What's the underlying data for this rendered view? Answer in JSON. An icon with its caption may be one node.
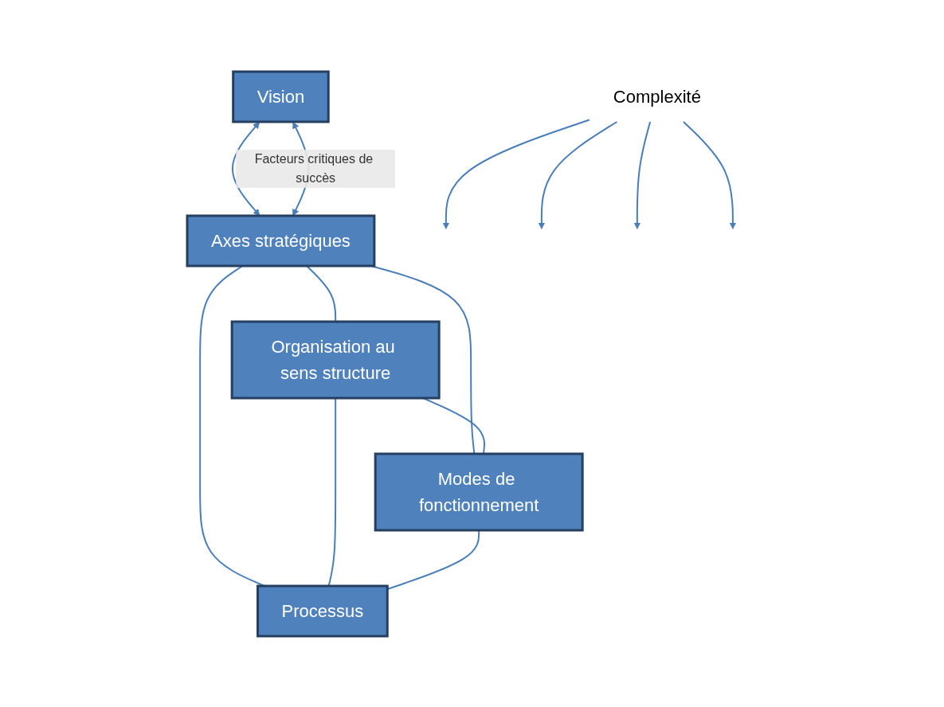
{
  "diagram": {
    "nodes": [
      {
        "text": [
          "Vision"
        ]
      },
      {
        "text": [
          "Axes stratégiques"
        ]
      },
      {
        "text": [
          "Organisation au sens structure"
        ]
      },
      {
        "text": [
          "Modes de fonctionnement"
        ]
      },
      {
        "text": [
          "Processus"
        ]
      },
      {
        "text": [
          "Complexité"
        ]
      }
    ],
    "edges": [
      {
        "from": 0,
        "to": 1,
        "arrow": "both"
      },
      {
        "from": 0,
        "to": 1,
        "arrow": "both",
        "label": "Facteurs critiques de succès"
      },
      {
        "from": 5,
        "to": null,
        "arrow": "to"
      },
      {
        "from": 5,
        "to": null,
        "arrow": "to"
      },
      {
        "from": 5,
        "to": null,
        "arrow": "to"
      },
      {
        "from": 5,
        "to": null,
        "arrow": "to"
      },
      {
        "from": 1,
        "to": 2,
        "arrow": "none"
      },
      {
        "from": 1,
        "to": 3,
        "arrow": "none"
      },
      {
        "from": 1,
        "to": 4,
        "arrow": "none"
      },
      {
        "from": 2,
        "to": 3,
        "arrow": "none"
      },
      {
        "from": 2,
        "to": 4,
        "arrow": "none"
      },
      {
        "from": 3,
        "to": 4,
        "arrow": "none"
      }
    ]
  }
}
